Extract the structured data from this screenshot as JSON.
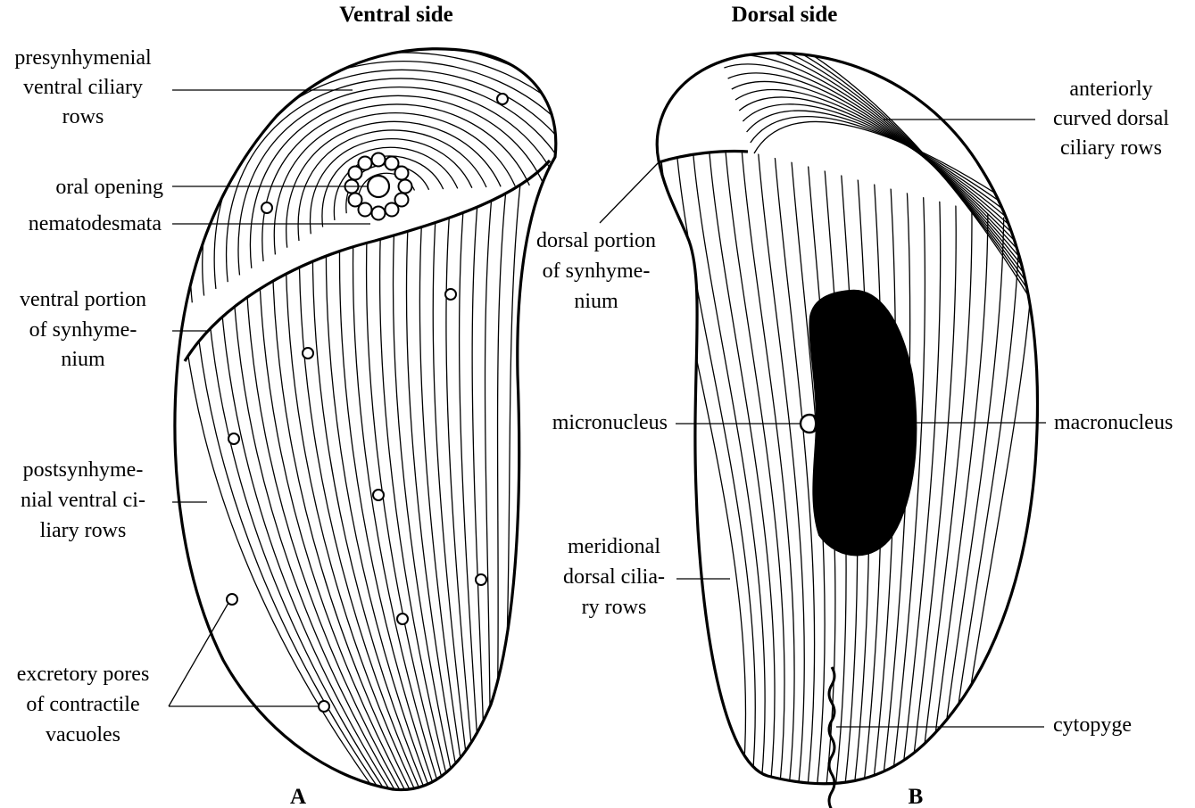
{
  "panels": {
    "ventral": {
      "title": "Ventral side",
      "letter": "A",
      "labels": {
        "presynhymenial": [
          "presynhymenial",
          "ventral ciliary",
          "rows"
        ],
        "oral_opening": [
          "oral opening"
        ],
        "nematodesmata": [
          "nematodesmata"
        ],
        "ventral_synhymenium": [
          "ventral portion",
          "of synhyme-",
          "nium"
        ],
        "postsynhymenial": [
          "postsynhyme-",
          "nial ventral ci-",
          "liary rows"
        ],
        "excretory_pores": [
          "excretory pores",
          "of contractile",
          "vacuoles"
        ]
      }
    },
    "dorsal": {
      "title": "Dorsal side",
      "letter": "B",
      "labels": {
        "anteriorly_curved": [
          "anteriorly",
          "curved dorsal",
          "ciliary rows"
        ],
        "dorsal_synhymenium": [
          "dorsal portion",
          "of synhyme-",
          "nium"
        ],
        "micronucleus": [
          "micronucleus"
        ],
        "macronucleus": [
          "macronucleus"
        ],
        "meridional": [
          "meridional",
          "dorsal cilia-",
          "ry rows"
        ],
        "cytopyge": [
          "cytopyge"
        ]
      }
    }
  }
}
